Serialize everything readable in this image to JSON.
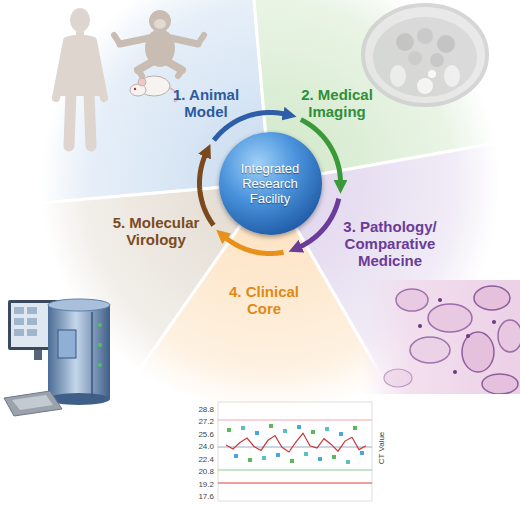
{
  "diagram": {
    "nodes": [
      {
        "text": [
          "1. Animal Model"
        ]
      },
      {
        "text": [
          "2. Medical Imaging"
        ]
      },
      {
        "text": [
          "3. Pathology/ Comparative Medicine"
        ]
      },
      {
        "text": [
          "4. Clinical Core"
        ]
      },
      {
        "text": [
          "5. Molecular Virology"
        ]
      },
      {
        "text": [
          "Integrated Research Facility"
        ]
      }
    ],
    "edges": [
      {
        "from": 0,
        "to": 1,
        "arrow": "to"
      },
      {
        "from": 1,
        "to": 2,
        "arrow": "to"
      },
      {
        "from": 2,
        "to": 3,
        "arrow": "to"
      },
      {
        "from": 3,
        "to": 4,
        "arrow": "to"
      },
      {
        "from": 4,
        "to": 0,
        "arrow": "to"
      }
    ],
    "labels": [
      "28.8",
      "27.2",
      "25.6",
      "24.0",
      "22.4",
      "20.8",
      "19.2",
      "17.6",
      "CT Value"
    ]
  }
}
